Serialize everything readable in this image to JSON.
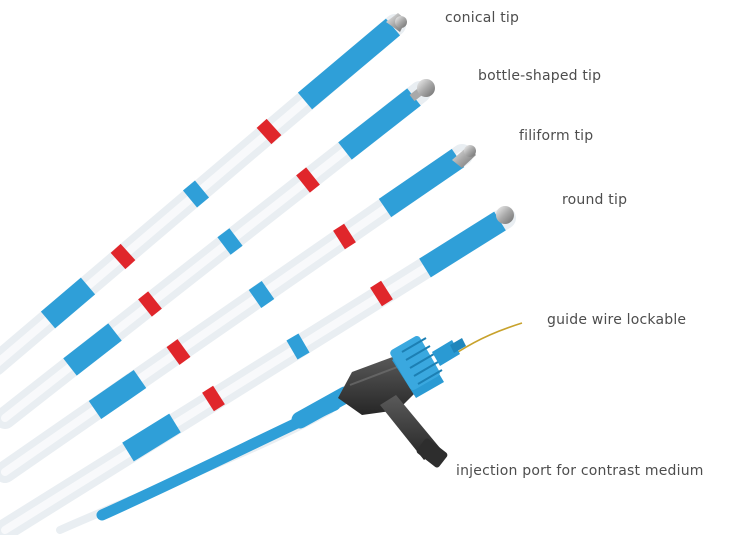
{
  "labels": {
    "conical_tip": "conical tip",
    "bottle_shaped_tip": "bottle-shaped tip",
    "filiform_tip": "filiform tip",
    "round_tip": "round tip",
    "guide_wire_lockable": "guide wire lockable",
    "injection_port": "injection port for contrast medium"
  },
  "colors": {
    "catheter_blue": "#2f9fd8",
    "catheter_white": "#eef3f6",
    "marker_red": "#e0262b",
    "connector_gray": "#3c3c3c",
    "hub_blue": "#2a9ad3",
    "tip_metal": "#b5b5b5",
    "guide_wire": "#c8a22c",
    "label_text": "#4d4d4d"
  }
}
